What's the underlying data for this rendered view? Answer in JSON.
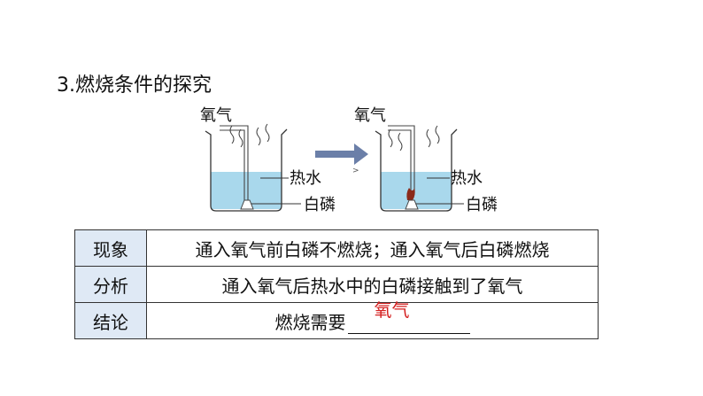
{
  "title": "3.燃烧条件的探究",
  "diagram": {
    "left": {
      "gas_label": "氧气",
      "water_label": "热水",
      "phosphorus_label": "白磷"
    },
    "right": {
      "gas_label": "氧气",
      "water_label": "热水",
      "phosphorus_label": "白磷"
    },
    "colors": {
      "water": "#a9d8ec",
      "arrow": "#6b7fa8",
      "flame": "#8b2a1a"
    }
  },
  "table": {
    "rows": [
      {
        "label": "现象",
        "content": "通入氧气前白磷不燃烧；通入氧气后白磷燃烧"
      },
      {
        "label": "分析",
        "content": "通入氧气后热水中的白磷接触到了氧气"
      },
      {
        "label": "结论",
        "content": "燃烧需要",
        "answer": "氧气"
      }
    ],
    "label_bg": "#dfe9f5",
    "answer_color": "#d42020"
  }
}
